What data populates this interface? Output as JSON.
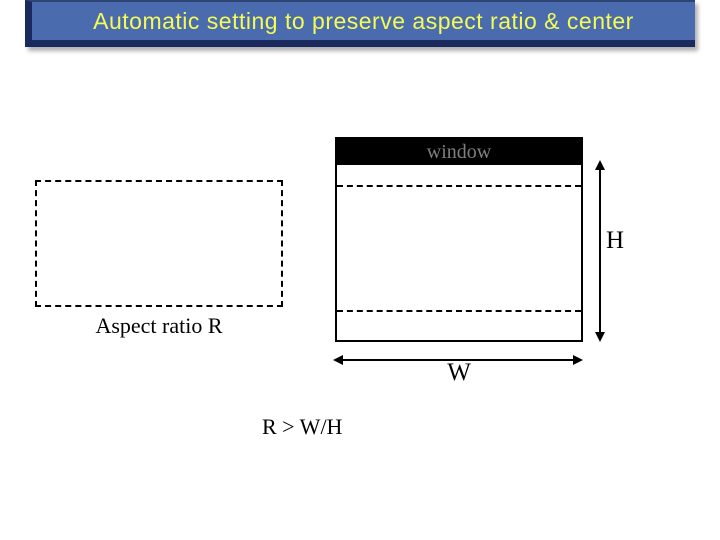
{
  "slide": {
    "title": "Automatic setting to preserve aspect ratio & center"
  },
  "diagram": {
    "window_label": "window",
    "aspect_ratio_label": "Aspect ratio R",
    "height_label": "H",
    "width_label": "W",
    "formula": "R > W/H"
  },
  "colors": {
    "title_bg": "#4a6bae",
    "title_shadow": "#1a2a5e",
    "title_edge": "#2e4474",
    "title_text": "#f5fb55",
    "window_titlebar_bg": "#000000",
    "window_title_text": "#7f7f7f",
    "line": "#000000"
  }
}
